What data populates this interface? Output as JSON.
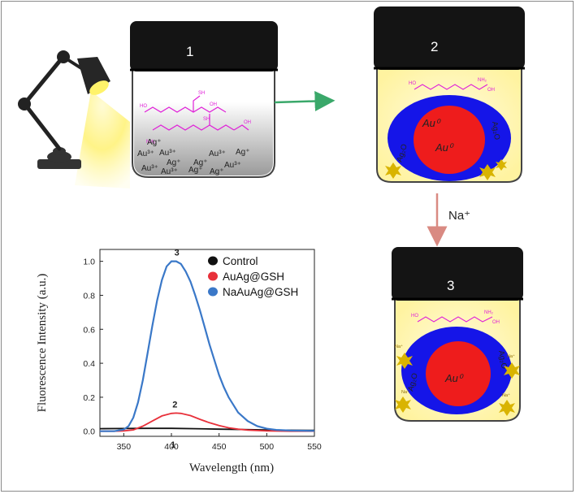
{
  "colors": {
    "control": "#111111",
    "auag": "#e8303a",
    "naauag": "#3a78c8",
    "shell": "#1515e8",
    "core": "#ee1c1c",
    "ligand": "#e020d8",
    "lid": "#141414",
    "glow": "#fff59a",
    "arrow_green": "#3aa86a",
    "arrow_red": "#d98a82"
  },
  "jars": {
    "jar1": {
      "label": "1",
      "ions": [
        "Au³⁺",
        "Ag⁺",
        "Au³⁺",
        "Ag⁺",
        "Au³⁺",
        "Ag⁺",
        "Au³⁺",
        "Ag⁺",
        "Ag⁺",
        "Au³⁺",
        "Ag⁺",
        "Au³⁺"
      ]
    },
    "jar2": {
      "label": "2",
      "core_label": "Au⁰",
      "inner_label": "Au⁰",
      "shell_left": "Ag₂O",
      "shell_right": "Ag₂O"
    },
    "jar3": {
      "label": "3",
      "core_label": "Au⁰",
      "shell_left": "Ag₂O",
      "shell_right": "Ag₂O",
      "ion_marks": [
        "Na⁺",
        "Na⁺",
        "Na⁺",
        "Na⁺"
      ]
    }
  },
  "arrow_down_label": "Na⁺",
  "icons": {
    "lamp": "desk-lamp-icon"
  },
  "chart_data": {
    "type": "line",
    "xlabel": "Wavelength (nm)",
    "ylabel": "Fluorescence Intensity (a.u.)",
    "xlim": [
      325,
      550
    ],
    "ylim": [
      -0.03,
      1.07
    ],
    "xticks": [
      350,
      400,
      450,
      500,
      550
    ],
    "yticks": [
      0.0,
      0.2,
      0.4,
      0.6,
      0.8,
      1.0
    ],
    "tick_labels_x": [
      "350",
      "400",
      "450",
      "500",
      "550"
    ],
    "tick_labels_y": [
      "0.0",
      "0.2",
      "0.4",
      "0.6",
      "0.8",
      "1.0"
    ],
    "legend_position": "top-right",
    "series": [
      {
        "name": "Control",
        "curve_label": "1",
        "x": [
          325,
          350,
          375,
          400,
          425,
          450,
          475,
          500,
          525,
          550
        ],
        "y": [
          0.015,
          0.016,
          0.017,
          0.017,
          0.015,
          0.012,
          0.01,
          0.008,
          0.006,
          0.005
        ]
      },
      {
        "name": "AuAg@GSH",
        "curve_label": "2",
        "x": [
          325,
          340,
          350,
          360,
          370,
          380,
          390,
          400,
          405,
          410,
          420,
          430,
          440,
          450,
          460,
          470,
          480,
          490,
          500,
          525,
          550
        ],
        "y": [
          0.0,
          0.0,
          0.002,
          0.008,
          0.03,
          0.06,
          0.09,
          0.105,
          0.107,
          0.105,
          0.092,
          0.07,
          0.05,
          0.033,
          0.02,
          0.012,
          0.007,
          0.004,
          0.002,
          0.0,
          0.0
        ]
      },
      {
        "name": "NaAuAg@GSH",
        "curve_label": "3",
        "x": [
          325,
          340,
          350,
          355,
          360,
          365,
          370,
          375,
          380,
          385,
          390,
          395,
          400,
          405,
          410,
          415,
          420,
          425,
          430,
          435,
          440,
          445,
          450,
          455,
          460,
          470,
          480,
          490,
          500,
          510,
          525,
          550
        ],
        "y": [
          0.0,
          0.0,
          0.01,
          0.03,
          0.08,
          0.17,
          0.3,
          0.46,
          0.62,
          0.77,
          0.89,
          0.97,
          1.0,
          1.0,
          0.985,
          0.94,
          0.88,
          0.8,
          0.71,
          0.61,
          0.51,
          0.42,
          0.33,
          0.26,
          0.2,
          0.11,
          0.06,
          0.03,
          0.015,
          0.008,
          0.004,
          0.002
        ]
      }
    ]
  }
}
